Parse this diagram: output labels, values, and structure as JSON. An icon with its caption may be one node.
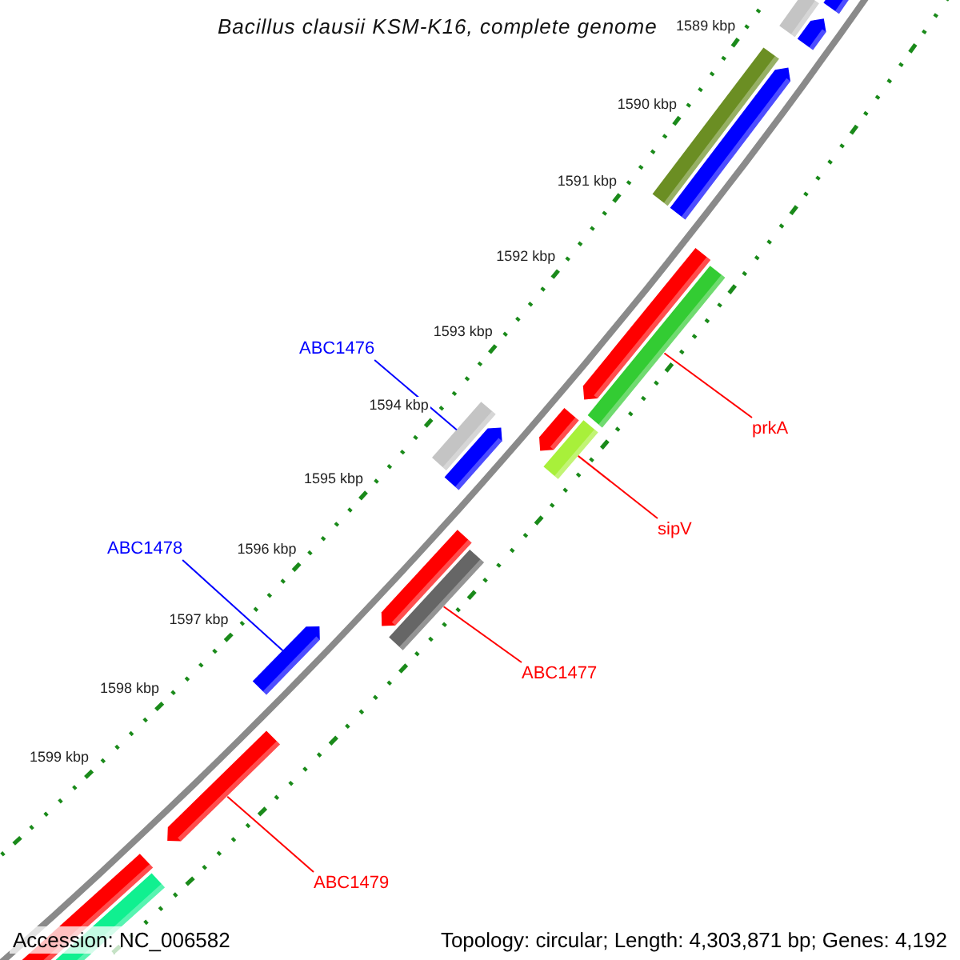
{
  "diagram": {
    "title": "Bacillus clausii KSM-K16, complete genome",
    "nodes": [
      {
        "text": [
          "ABC1476"
        ]
      },
      {
        "text": [],
        "shape": "bar"
      },
      {
        "text": [
          "prkA"
        ]
      },
      {
        "text": [],
        "shape": "bar"
      },
      {
        "text": [
          "sipV"
        ]
      },
      {
        "text": [],
        "shape": "bar"
      },
      {
        "text": [
          "ABC1478"
        ]
      },
      {
        "text": [],
        "shape": "bar"
      },
      {
        "text": [
          "ABC1477"
        ]
      },
      {
        "text": [],
        "shape": "bar"
      },
      {
        "text": [
          "ABC1479"
        ]
      },
      {
        "text": [],
        "shape": "bar"
      }
    ],
    "edges": [
      {
        "from": 0,
        "to": 1,
        "arrow": "none",
        "color": "#0000ff"
      },
      {
        "from": 2,
        "to": 3,
        "arrow": "none"
      },
      {
        "from": 4,
        "to": 5,
        "arrow": "none"
      },
      {
        "from": 6,
        "to": 7,
        "arrow": "none",
        "color": "#0000ff"
      },
      {
        "from": 8,
        "to": 9,
        "arrow": "none"
      },
      {
        "from": 10,
        "to": 11,
        "arrow": "none"
      }
    ],
    "labels": [
      "1589 kbp",
      "1590 kbp",
      "1591 kbp",
      "1592 kbp",
      "1593 kbp",
      "1594 kbp",
      "1595 kbp",
      "1596 kbp",
      "1597 kbp",
      "1598 kbp",
      "1599 kbp",
      "Accession: NC_006582",
      "Topology: circular; Length: 4,303,871 bp; Genes: 4,192"
    ]
  }
}
